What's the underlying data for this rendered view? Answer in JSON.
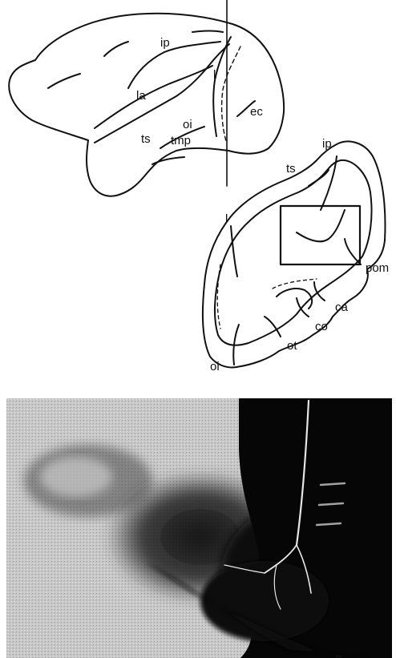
{
  "figure": {
    "brain_labels": {
      "ip": "ip",
      "la": "la",
      "ts": "ts",
      "oi": "oi",
      "tmp": "tmp",
      "l": "l",
      "ec": "ec"
    },
    "section_labels": {
      "ip": "ip",
      "ts": "ts",
      "l": "l",
      "pom": "pom",
      "ca": "ca",
      "co": "co",
      "ot": "ot",
      "oi": "oi"
    }
  }
}
